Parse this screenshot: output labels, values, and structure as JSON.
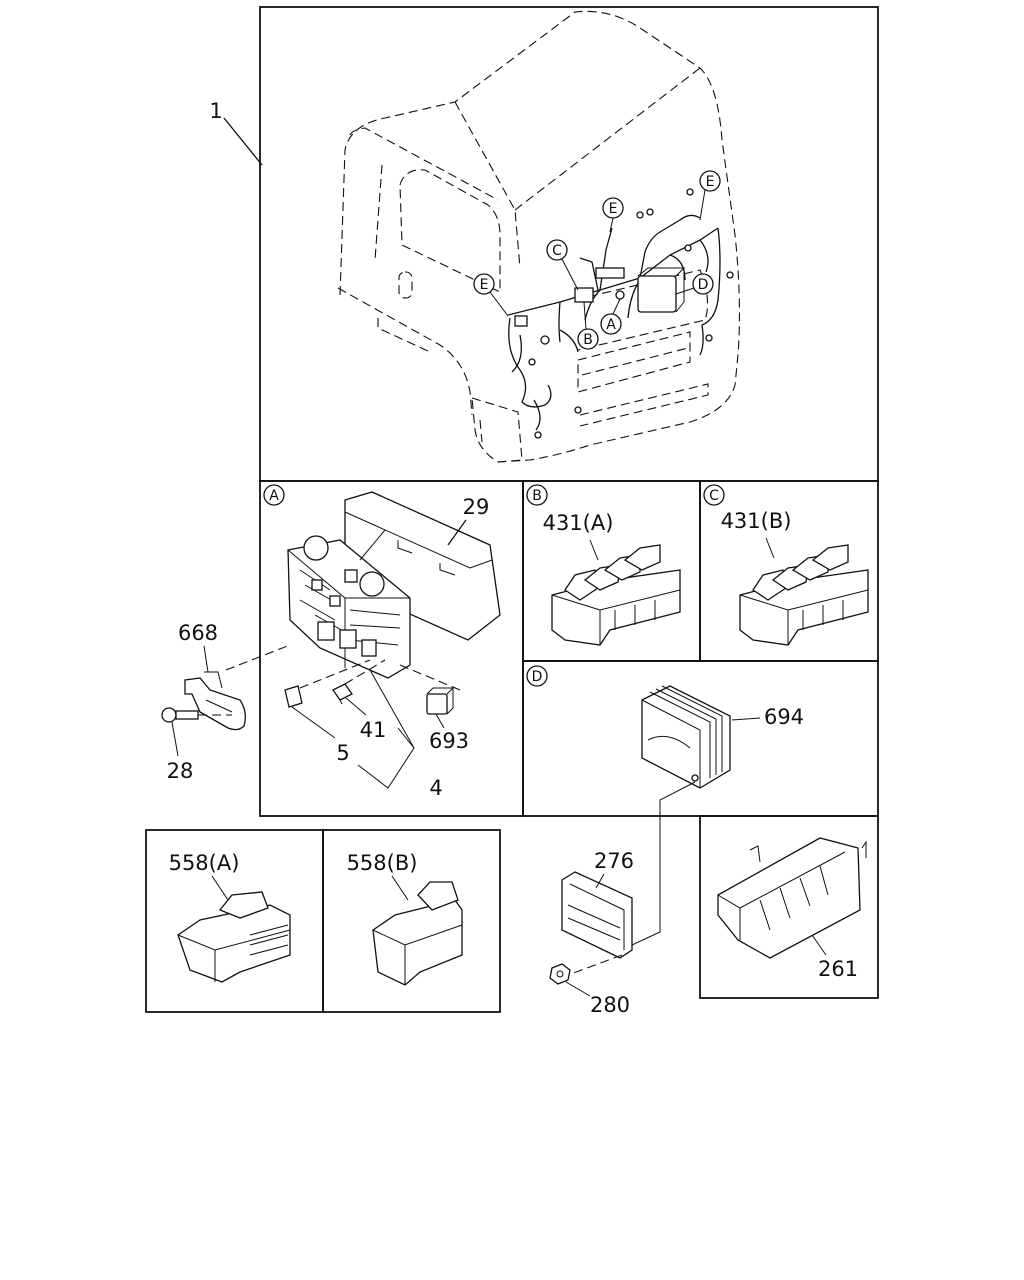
{
  "labels": {
    "main_harness": "1",
    "bracket": "668",
    "bolt": "28",
    "cover": "29",
    "fuse_a": "5",
    "fuse_b": "41",
    "fuse_set": "4",
    "relay": "693",
    "relay_block_a": "431(A)",
    "relay_block_b": "431(B)",
    "controller": "694",
    "controller_base": "276",
    "nut": "280",
    "controller_cover": "261",
    "connector_a": "558(A)",
    "connector_b": "558(B)"
  },
  "callouts": {
    "A": "A",
    "B": "B",
    "C": "C",
    "D": "D",
    "E": "E"
  },
  "panels": {
    "a": "A",
    "b": "B",
    "c": "C",
    "d": "D"
  }
}
